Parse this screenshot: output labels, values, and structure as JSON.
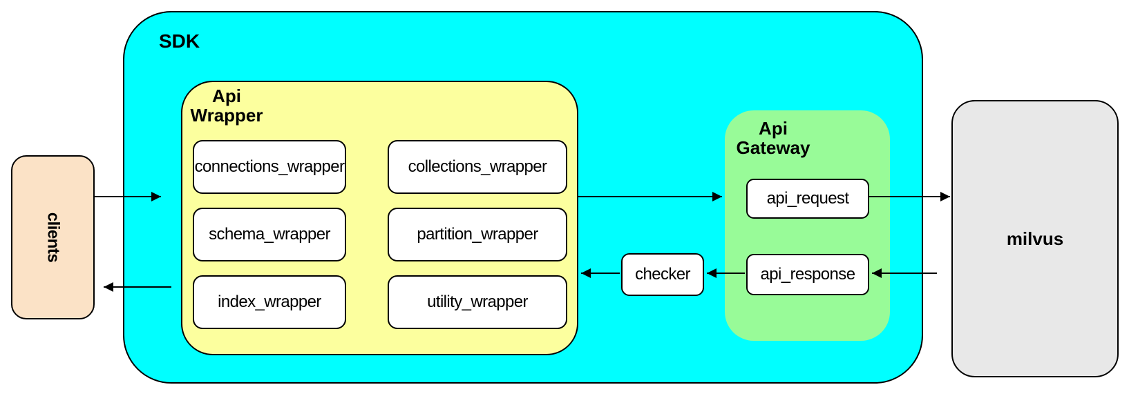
{
  "diagram": {
    "clients": {
      "label": "clients"
    },
    "sdk": {
      "label": "SDK",
      "api_wrapper": {
        "label_line1": "Api",
        "label_line2": "Wrapper",
        "boxes": [
          "connections_wrapper",
          "collections_wrapper",
          "schema_wrapper",
          "partition_wrapper",
          "index_wrapper",
          "utility_wrapper"
        ]
      },
      "checker": {
        "label": "checker"
      },
      "api_gateway": {
        "label_line1": "Api",
        "label_line2": "Gateway",
        "request_label": "api_request",
        "response_label": "api_response"
      }
    },
    "milvus": {
      "label": "milvus"
    },
    "colors": {
      "sdk_fill": "#00FFFF",
      "api_wrapper_fill": "#FCFF9E",
      "api_gateway_fill": "#98FB98",
      "clients_fill": "#FBE2C6",
      "milvus_fill": "#E8E8E8",
      "node_fill": "#FFFFFF",
      "border": "#000000"
    }
  }
}
